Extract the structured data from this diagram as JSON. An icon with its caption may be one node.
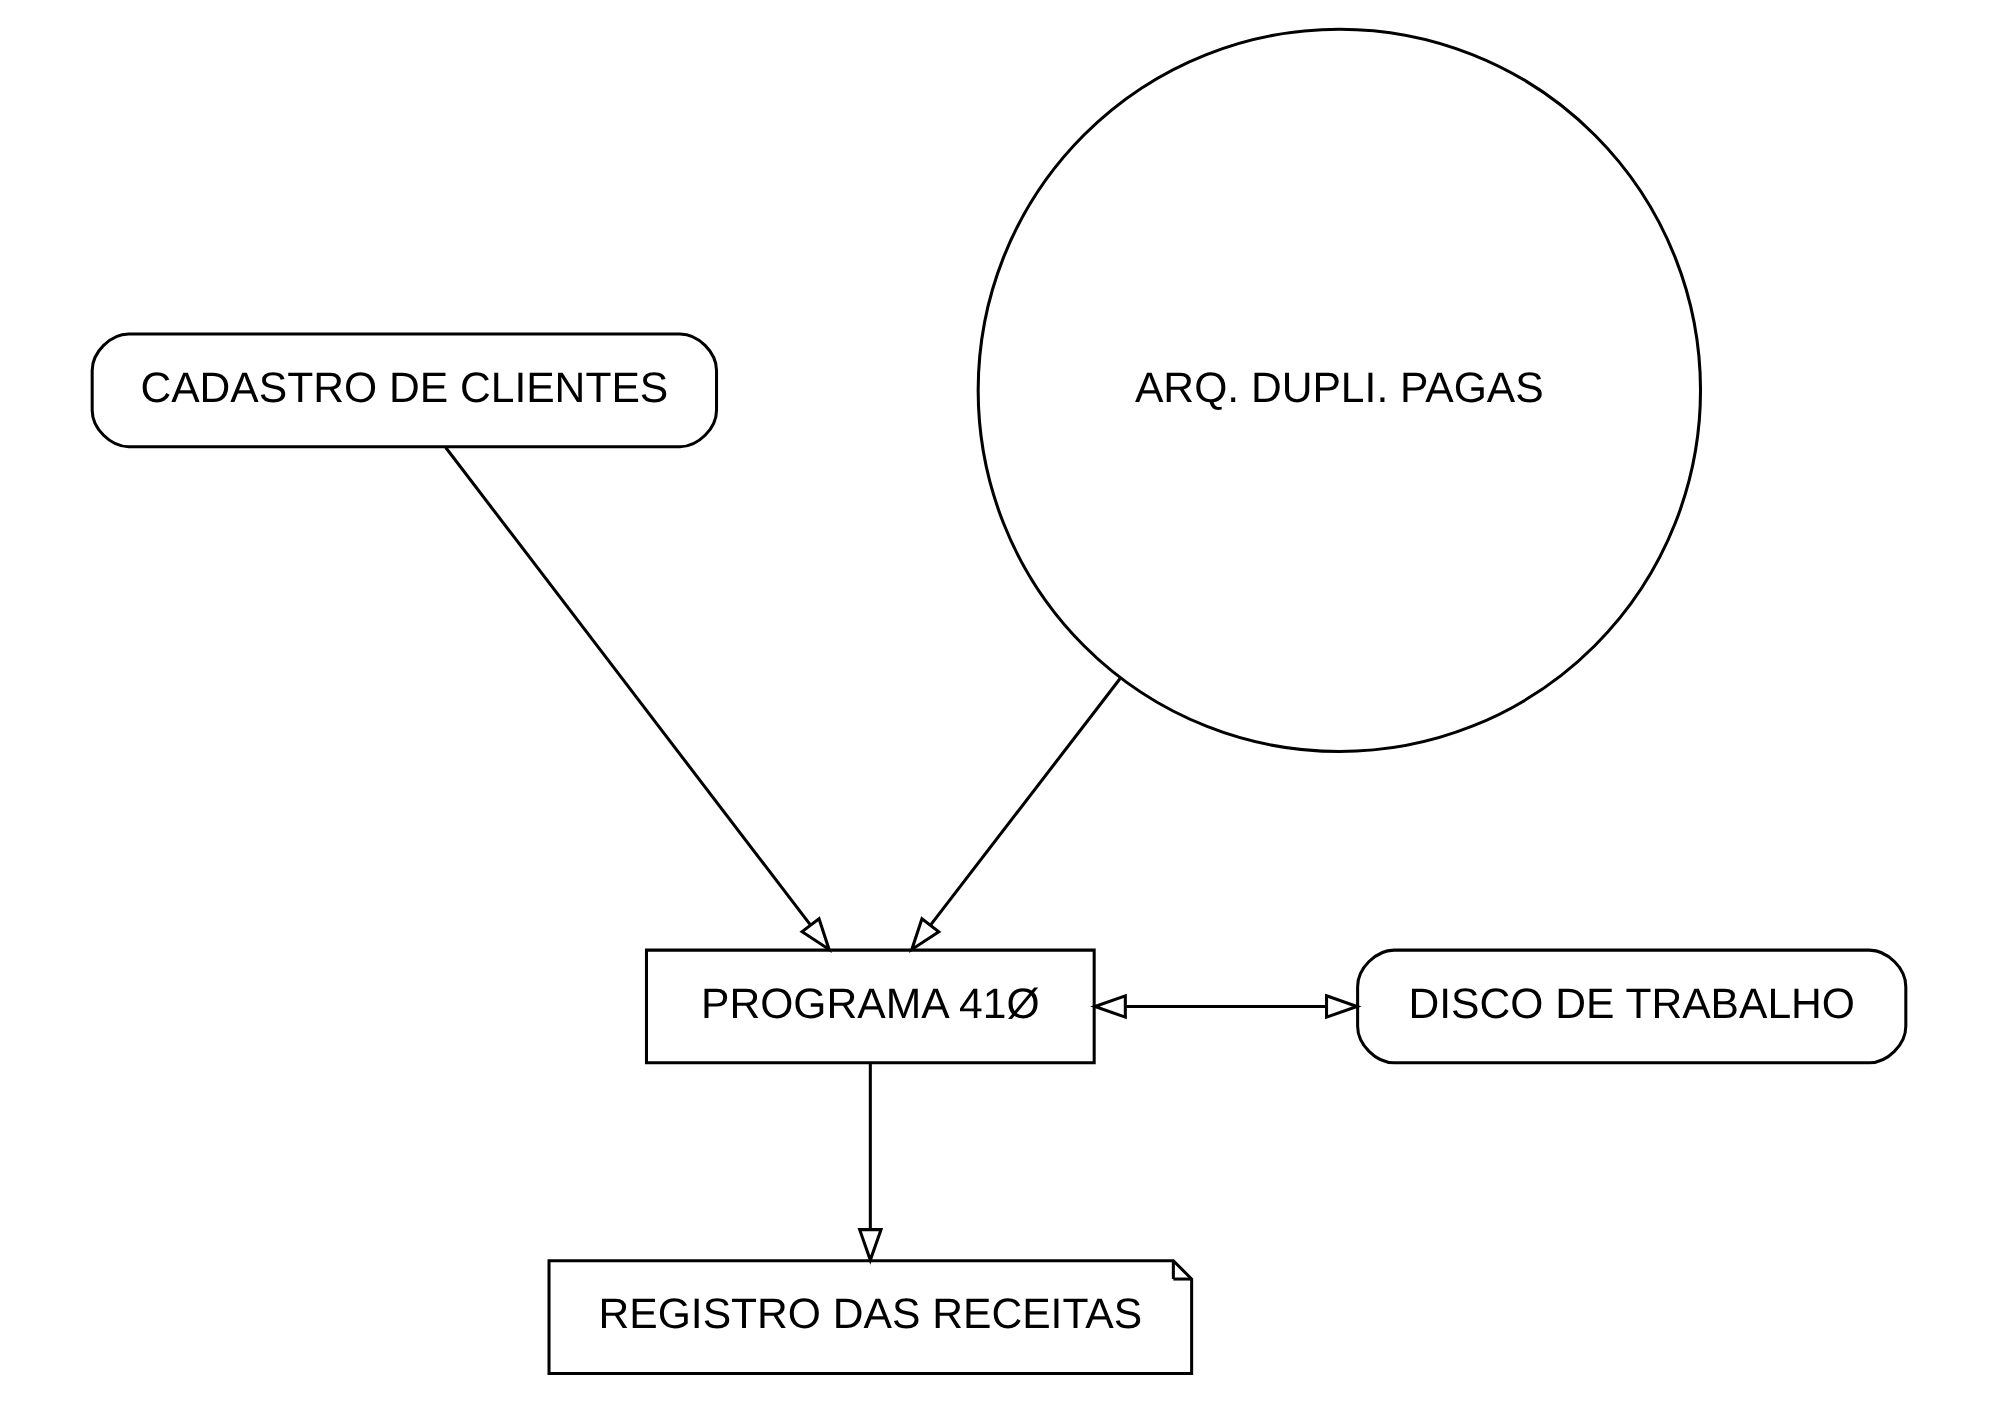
{
  "diagram": {
    "nodes": [
      {
        "text": [
          "CADASTRO DE CLIENTES"
        ]
      },
      {
        "text": [
          "ARQ. DUPLI. PAGAS"
        ]
      },
      {
        "text": [
          "PROGRAMA 41Ø"
        ]
      },
      {
        "text": [
          "DISCO DE TRABALHO"
        ]
      },
      {
        "text": [
          "REGISTRO DAS RECEITAS"
        ]
      }
    ],
    "edges": [
      {
        "from": 0,
        "to": 2,
        "arrow": "to"
      },
      {
        "from": 1,
        "to": 2,
        "arrow": "to"
      },
      {
        "from": 2,
        "to": 3,
        "arrow": "both"
      },
      {
        "from": 2,
        "to": 4,
        "arrow": "to"
      }
    ]
  }
}
